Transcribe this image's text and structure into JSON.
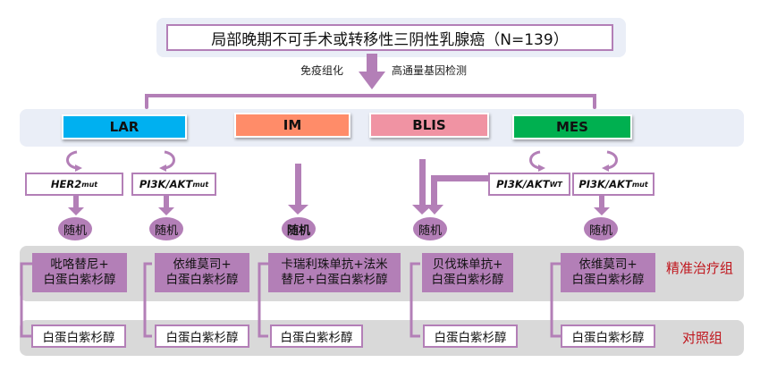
{
  "title": "局部晚期不可手术或转移性三阴性乳腺癌（N=139）",
  "methods": {
    "left": "免疫组化",
    "right": "高通量基因检测"
  },
  "colors": {
    "accent": "#b37fb7",
    "LAR": "#00b0f0",
    "IM": "#ff8c69",
    "BLIS": "#f093a3",
    "MES": "#00b050",
    "group_label": "#c0161d"
  },
  "subtypes": [
    {
      "label": "LAR"
    },
    {
      "label": "IM"
    },
    {
      "label": "BLIS"
    },
    {
      "label": "MES"
    }
  ],
  "genes": [
    {
      "base": "HER2",
      "sup": "mut"
    },
    {
      "base": "PI3K/AKT",
      "sup": "mut"
    },
    {
      "base": "PI3K/AKT",
      "sup": "WT"
    },
    {
      "base": "PI3K/AKT",
      "sup": "mut"
    }
  ],
  "randomize_label": "随机",
  "experimental_arms": [
    {
      "line1": "吡咯替尼+",
      "line2": "白蛋白紫杉醇"
    },
    {
      "line1": "依维莫司+",
      "line2": "白蛋白紫杉醇"
    },
    {
      "line1": "卡瑞利珠单抗+法米",
      "line2": "替尼+白蛋白紫杉醇"
    },
    {
      "line1": "贝伐珠单抗+",
      "line2": "白蛋白紫杉醇"
    },
    {
      "line1": "依维莫司+",
      "line2": "白蛋白紫杉醇"
    }
  ],
  "control_arm_label": "白蛋白紫杉醇",
  "group_labels": {
    "experimental": "精准治疗组",
    "control": "对照组"
  }
}
